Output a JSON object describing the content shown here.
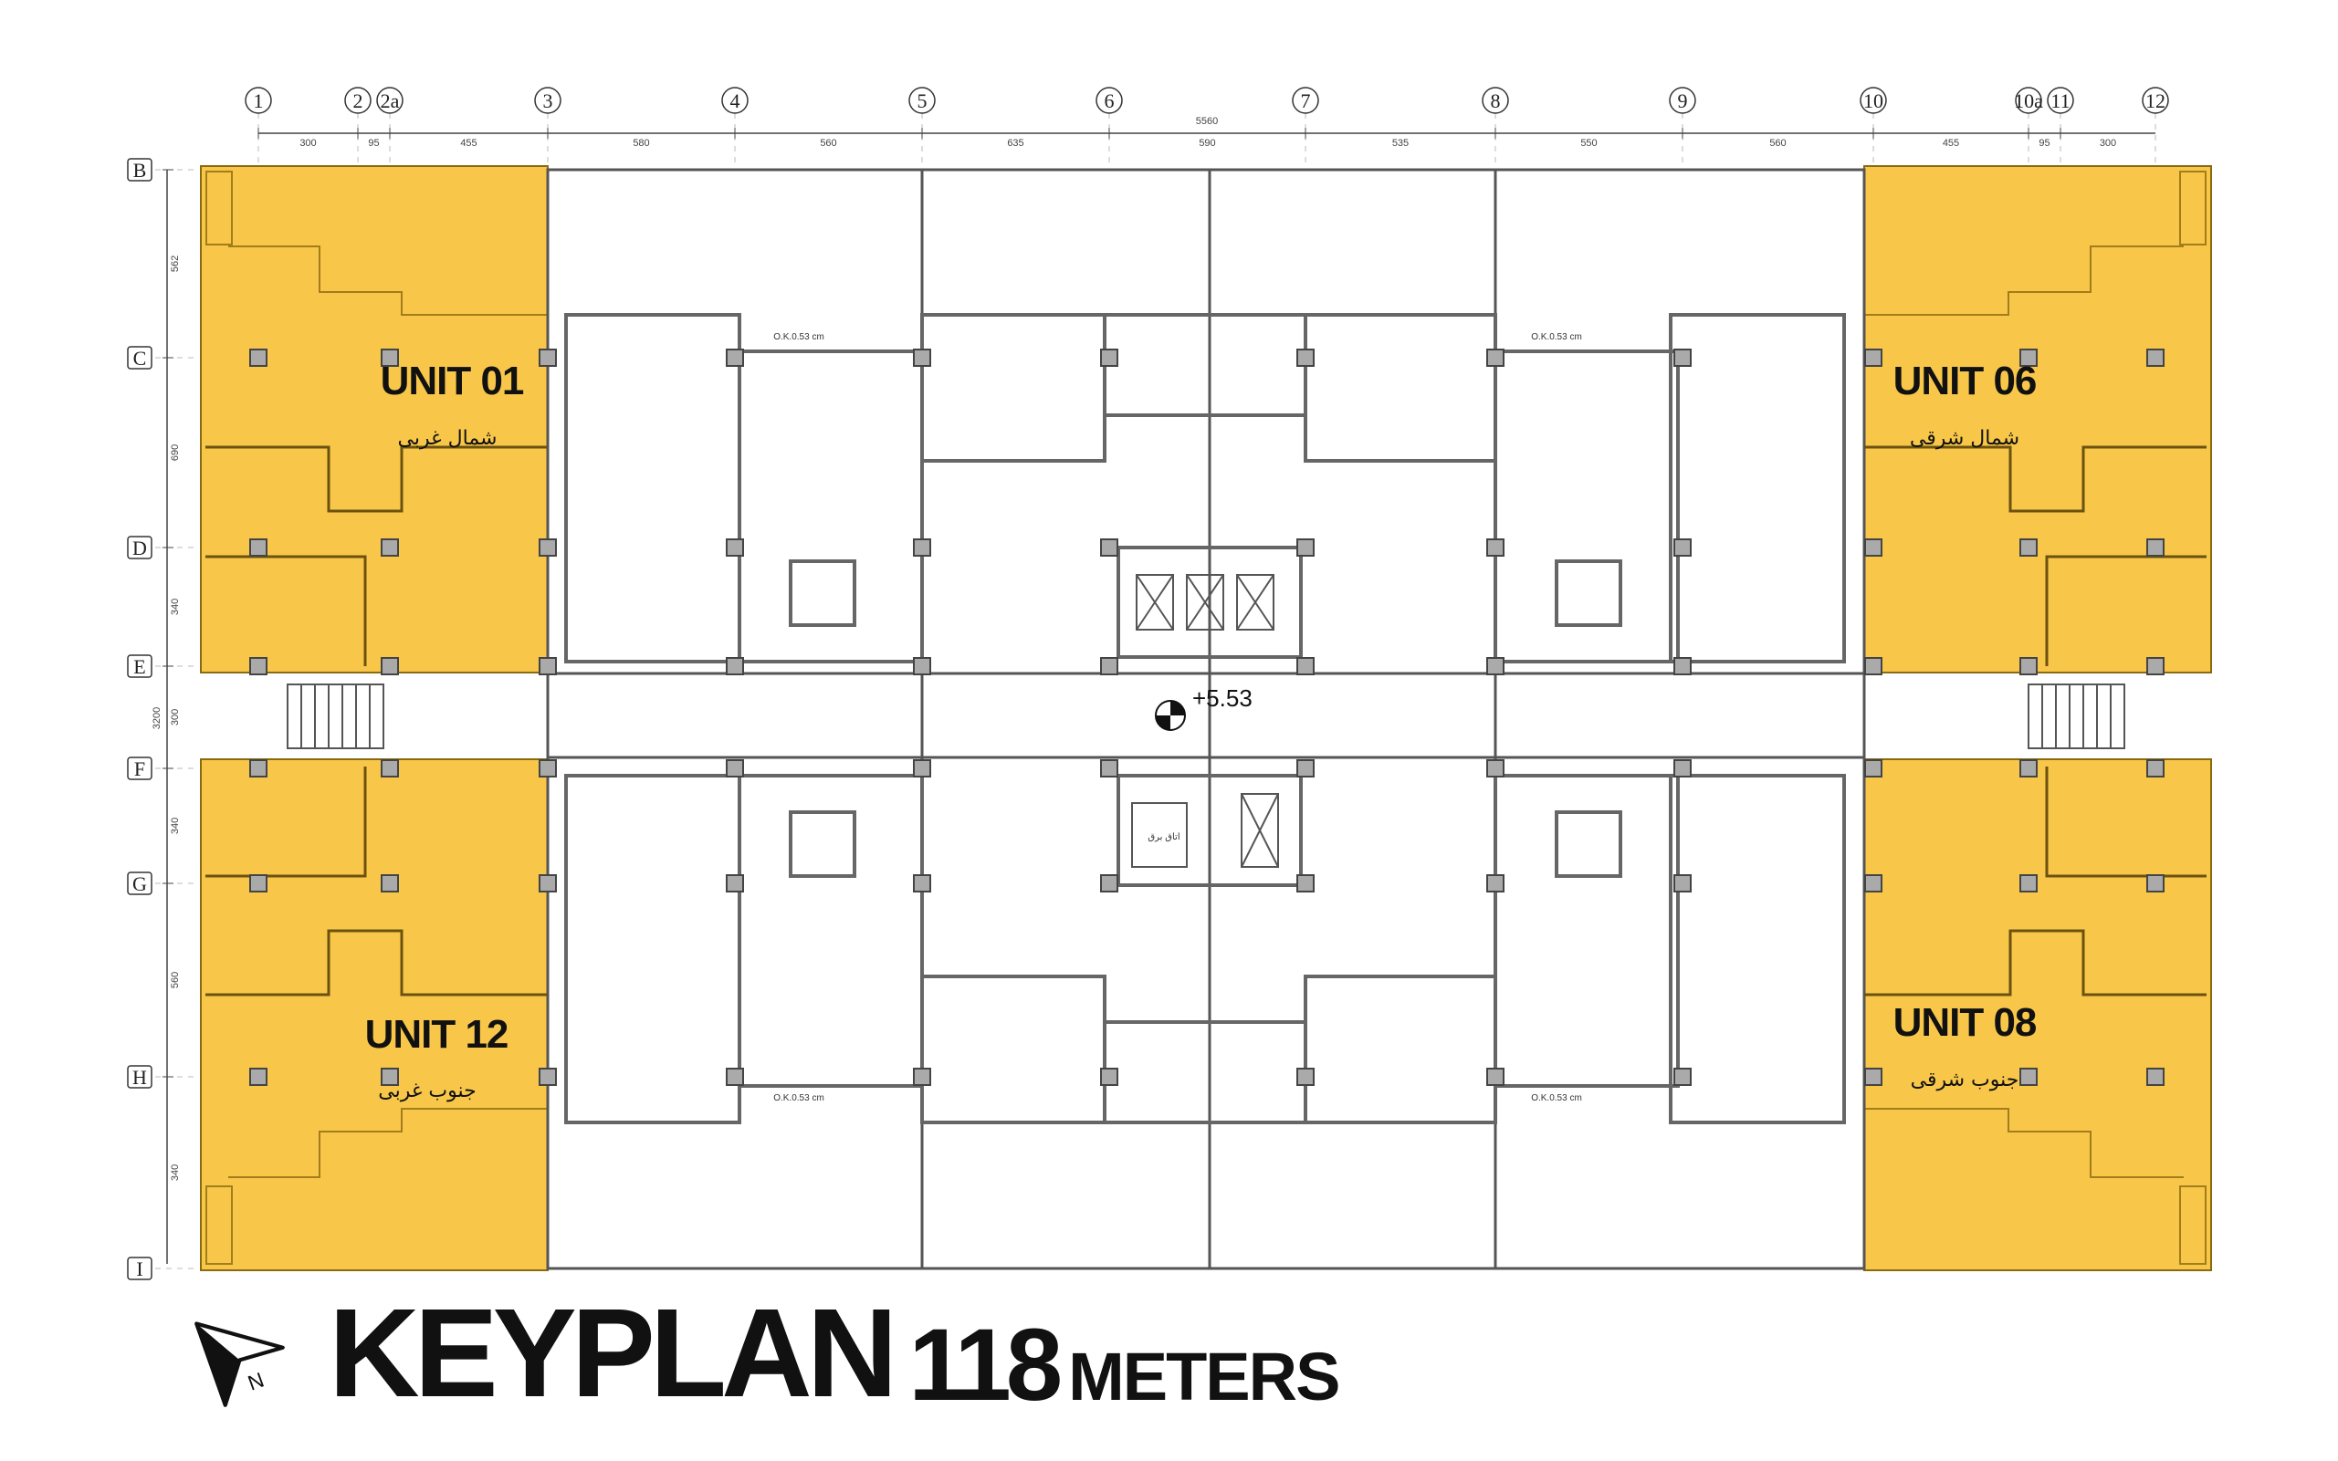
{
  "title": {
    "main": "KEYPLAN",
    "number": "118",
    "unit": "METERS"
  },
  "level_mark": "+5.53",
  "column_labels": [
    "1",
    "2",
    "2a",
    "3",
    "4",
    "5",
    "6",
    "7",
    "8",
    "9",
    "10",
    "10a",
    "11",
    "12"
  ],
  "row_labels": [
    "B",
    "C",
    "D",
    "E",
    "F",
    "G",
    "H",
    "I"
  ],
  "top_dimensions": [
    "300",
    "95",
    "455",
    "580",
    "560",
    "635",
    "590",
    "535",
    "550",
    "560",
    "455",
    "95",
    "300"
  ],
  "overall_dimension": "5560",
  "left_dimensions": [
    "562",
    "690",
    "340",
    "300",
    "340",
    "560",
    "340"
  ],
  "left_overall": "3200",
  "beam_labels": [
    "O.K.0.53 cm",
    "O.K.0.53 cm",
    "O.K.0.53 cm",
    "O.K.0.53 cm"
  ],
  "units": [
    {
      "id": "unit-01",
      "title": "UNIT 01",
      "subtitle": "شمال غربی"
    },
    {
      "id": "unit-06",
      "title": "UNIT 06",
      "subtitle": "شمال شرقی"
    },
    {
      "id": "unit-12",
      "title": "UNIT 12",
      "subtitle": "جنوب غربی"
    },
    {
      "id": "unit-08",
      "title": "UNIT 08",
      "subtitle": "جنوب شرقی"
    }
  ],
  "core_room_label": "اتاق برق",
  "colors": {
    "highlight": "#f8c74a",
    "wall": "#555555",
    "column": "#888888",
    "background": "#ffffff"
  },
  "north_icon": "north-arrow-icon"
}
